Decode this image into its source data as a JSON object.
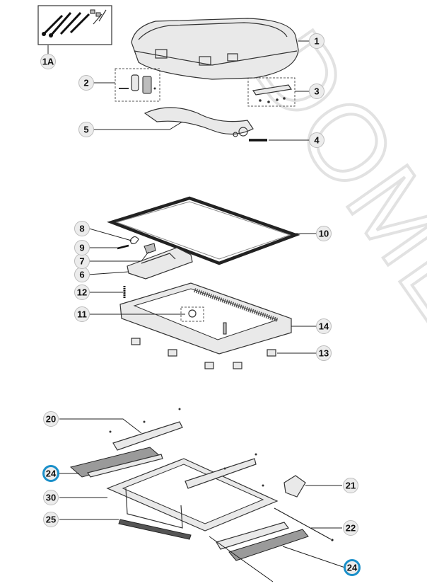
{
  "watermark": "DOMETIC",
  "accent_color": "#1a8fc9",
  "callouts": [
    {
      "id": "c1A",
      "label": "1A",
      "highlight": false
    },
    {
      "id": "c1",
      "label": "1",
      "highlight": false
    },
    {
      "id": "c2",
      "label": "2",
      "highlight": false
    },
    {
      "id": "c3",
      "label": "3",
      "highlight": false
    },
    {
      "id": "c4",
      "label": "4",
      "highlight": false
    },
    {
      "id": "c5",
      "label": "5",
      "highlight": false
    },
    {
      "id": "c6",
      "label": "6",
      "highlight": false
    },
    {
      "id": "c7",
      "label": "7",
      "highlight": false
    },
    {
      "id": "c8",
      "label": "8",
      "highlight": false
    },
    {
      "id": "c9",
      "label": "9",
      "highlight": false
    },
    {
      "id": "c10",
      "label": "10",
      "highlight": false
    },
    {
      "id": "c11",
      "label": "11",
      "highlight": false
    },
    {
      "id": "c12",
      "label": "12",
      "highlight": false
    },
    {
      "id": "c13",
      "label": "13",
      "highlight": false
    },
    {
      "id": "c14",
      "label": "14",
      "highlight": false
    },
    {
      "id": "c20",
      "label": "20",
      "highlight": false
    },
    {
      "id": "c21",
      "label": "21",
      "highlight": false
    },
    {
      "id": "c22",
      "label": "22",
      "highlight": false
    },
    {
      "id": "c24a",
      "label": "24",
      "highlight": true
    },
    {
      "id": "c24b",
      "label": "24",
      "highlight": true
    },
    {
      "id": "c25",
      "label": "25",
      "highlight": false
    },
    {
      "id": "c30",
      "label": "30",
      "highlight": false
    }
  ]
}
